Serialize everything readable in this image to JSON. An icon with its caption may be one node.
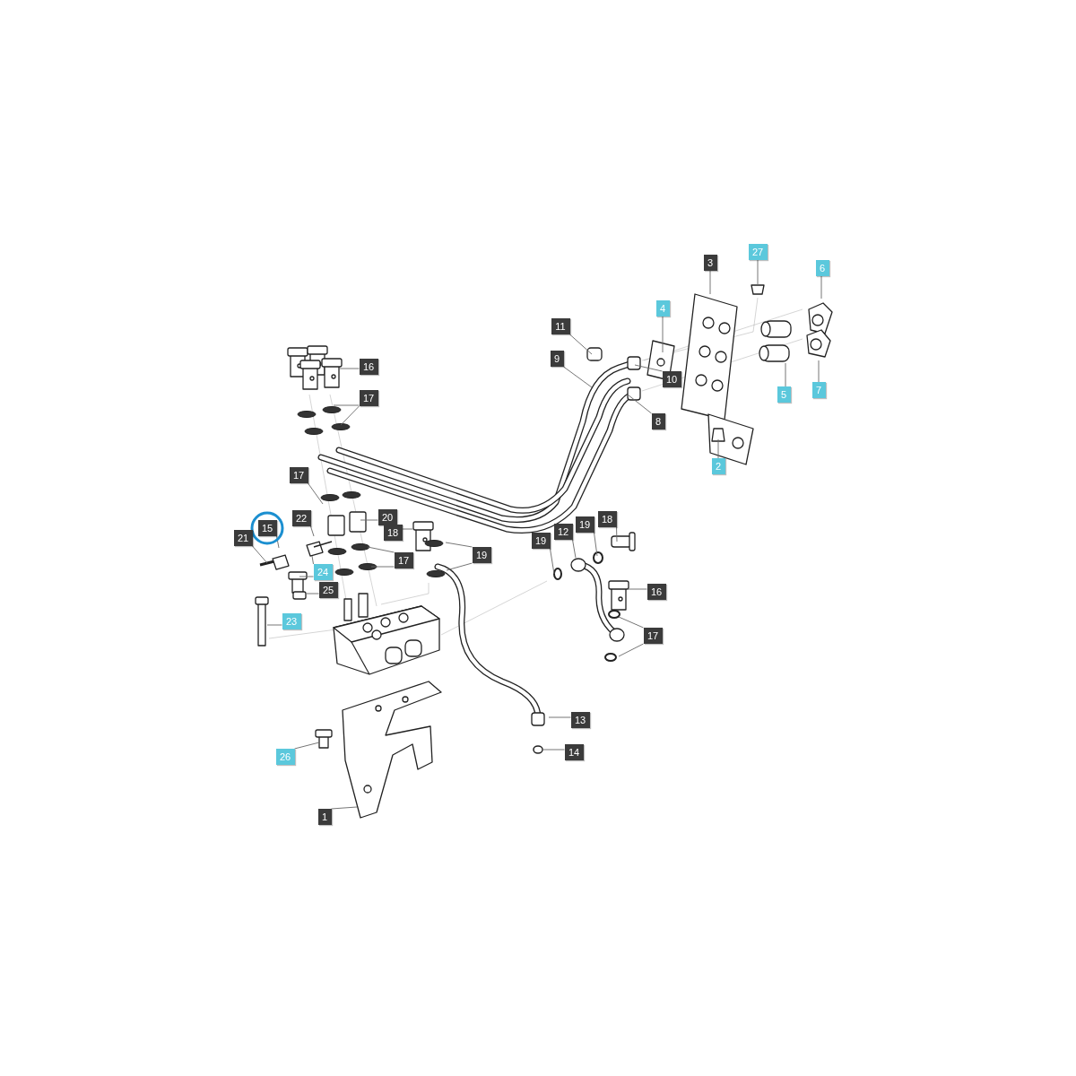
{
  "diagram": {
    "nodes": [
      {
        "text": [
          "27"
        ]
      },
      {
        "text": [
          "6"
        ]
      },
      {
        "text": [
          "3"
        ]
      },
      {
        "text": [
          "4"
        ]
      },
      {
        "text": [
          "11"
        ]
      },
      {
        "text": [
          "16"
        ]
      },
      {
        "text": [
          "9"
        ]
      },
      {
        "text": [
          "17"
        ]
      },
      {
        "text": [
          "10"
        ]
      },
      {
        "text": [
          "8"
        ]
      },
      {
        "text": [
          "5"
        ]
      },
      {
        "text": [
          "7"
        ]
      },
      {
        "text": [
          "2"
        ]
      },
      {
        "text": [
          "17"
        ]
      },
      {
        "text": [
          "22"
        ]
      },
      {
        "text": [
          "20"
        ]
      },
      {
        "text": [],
        "shape": "circle"
      },
      {
        "text": [
          "15"
        ],
        "in": 16
      },
      {
        "text": [
          "18"
        ]
      },
      {
        "text": [
          "12"
        ]
      },
      {
        "text": [
          "19"
        ]
      },
      {
        "text": [
          "18"
        ]
      },
      {
        "text": [
          "21"
        ]
      },
      {
        "text": [
          "19"
        ]
      },
      {
        "text": [
          "19"
        ]
      },
      {
        "text": [
          "17"
        ]
      },
      {
        "text": [
          "24"
        ]
      },
      {
        "text": [
          "25"
        ]
      },
      {
        "text": [
          "16"
        ]
      },
      {
        "text": [
          "23"
        ]
      },
      {
        "text": [
          "17"
        ]
      },
      {
        "text": [
          "13"
        ]
      },
      {
        "text": [
          "14"
        ]
      },
      {
        "text": [
          "26"
        ]
      },
      {
        "text": [
          "1"
        ]
      }
    ],
    "edges": [
      {
        "from": 0,
        "to": null,
        "arrow": "none"
      },
      {
        "from": 1,
        "to": null,
        "arrow": "none"
      },
      {
        "from": 2,
        "to": null,
        "arrow": "none"
      },
      {
        "from": 3,
        "to": null,
        "arrow": "none"
      },
      {
        "from": 4,
        "to": null,
        "arrow": "none"
      },
      {
        "from": 5,
        "to": null,
        "arrow": "none"
      },
      {
        "from": 6,
        "to": null,
        "arrow": "none"
      },
      {
        "from": 7,
        "to": null,
        "arrow": "none"
      },
      {
        "from": 7,
        "to": null,
        "arrow": "none"
      },
      {
        "from": 8,
        "to": null,
        "arrow": "none"
      },
      {
        "from": 9,
        "to": null,
        "arrow": "none"
      },
      {
        "from": 10,
        "to": null,
        "arrow": "none"
      },
      {
        "from": 11,
        "to": null,
        "arrow": "none"
      },
      {
        "from": 12,
        "to": null,
        "arrow": "none"
      },
      {
        "from": 13,
        "to": null,
        "arrow": "none"
      },
      {
        "from": 14,
        "to": null,
        "arrow": "none"
      },
      {
        "from": 15,
        "to": null,
        "arrow": "none"
      },
      {
        "from": 17,
        "to": null,
        "arrow": "none"
      },
      {
        "from": 18,
        "to": null,
        "arrow": "none"
      },
      {
        "from": 19,
        "to": null,
        "arrow": "none"
      },
      {
        "from": 20,
        "to": null,
        "arrow": "none"
      },
      {
        "from": 21,
        "to": null,
        "arrow": "none"
      },
      {
        "from": 22,
        "to": null,
        "arrow": "none"
      },
      {
        "from": 23,
        "to": null,
        "arrow": "none"
      },
      {
        "from": 24,
        "to": null,
        "arrow": "none"
      },
      {
        "from": 24,
        "to": null,
        "arrow": "none"
      },
      {
        "from": 25,
        "to": null,
        "arrow": "none"
      },
      {
        "from": 25,
        "to": null,
        "arrow": "none"
      },
      {
        "from": 26,
        "to": null,
        "arrow": "none"
      },
      {
        "from": 26,
        "to": null,
        "arrow": "none"
      },
      {
        "from": 27,
        "to": null,
        "arrow": "none"
      },
      {
        "from": 28,
        "to": null,
        "arrow": "none"
      },
      {
        "from": 29,
        "to": null,
        "arrow": "none"
      },
      {
        "from": 30,
        "to": null,
        "arrow": "none"
      },
      {
        "from": 30,
        "to": null,
        "arrow": "none"
      },
      {
        "from": 31,
        "to": null,
        "arrow": "none"
      },
      {
        "from": 32,
        "to": null,
        "arrow": "none"
      },
      {
        "from": 33,
        "to": null,
        "arrow": "none"
      },
      {
        "from": 34,
        "to": null,
        "arrow": "none"
      }
    ]
  }
}
